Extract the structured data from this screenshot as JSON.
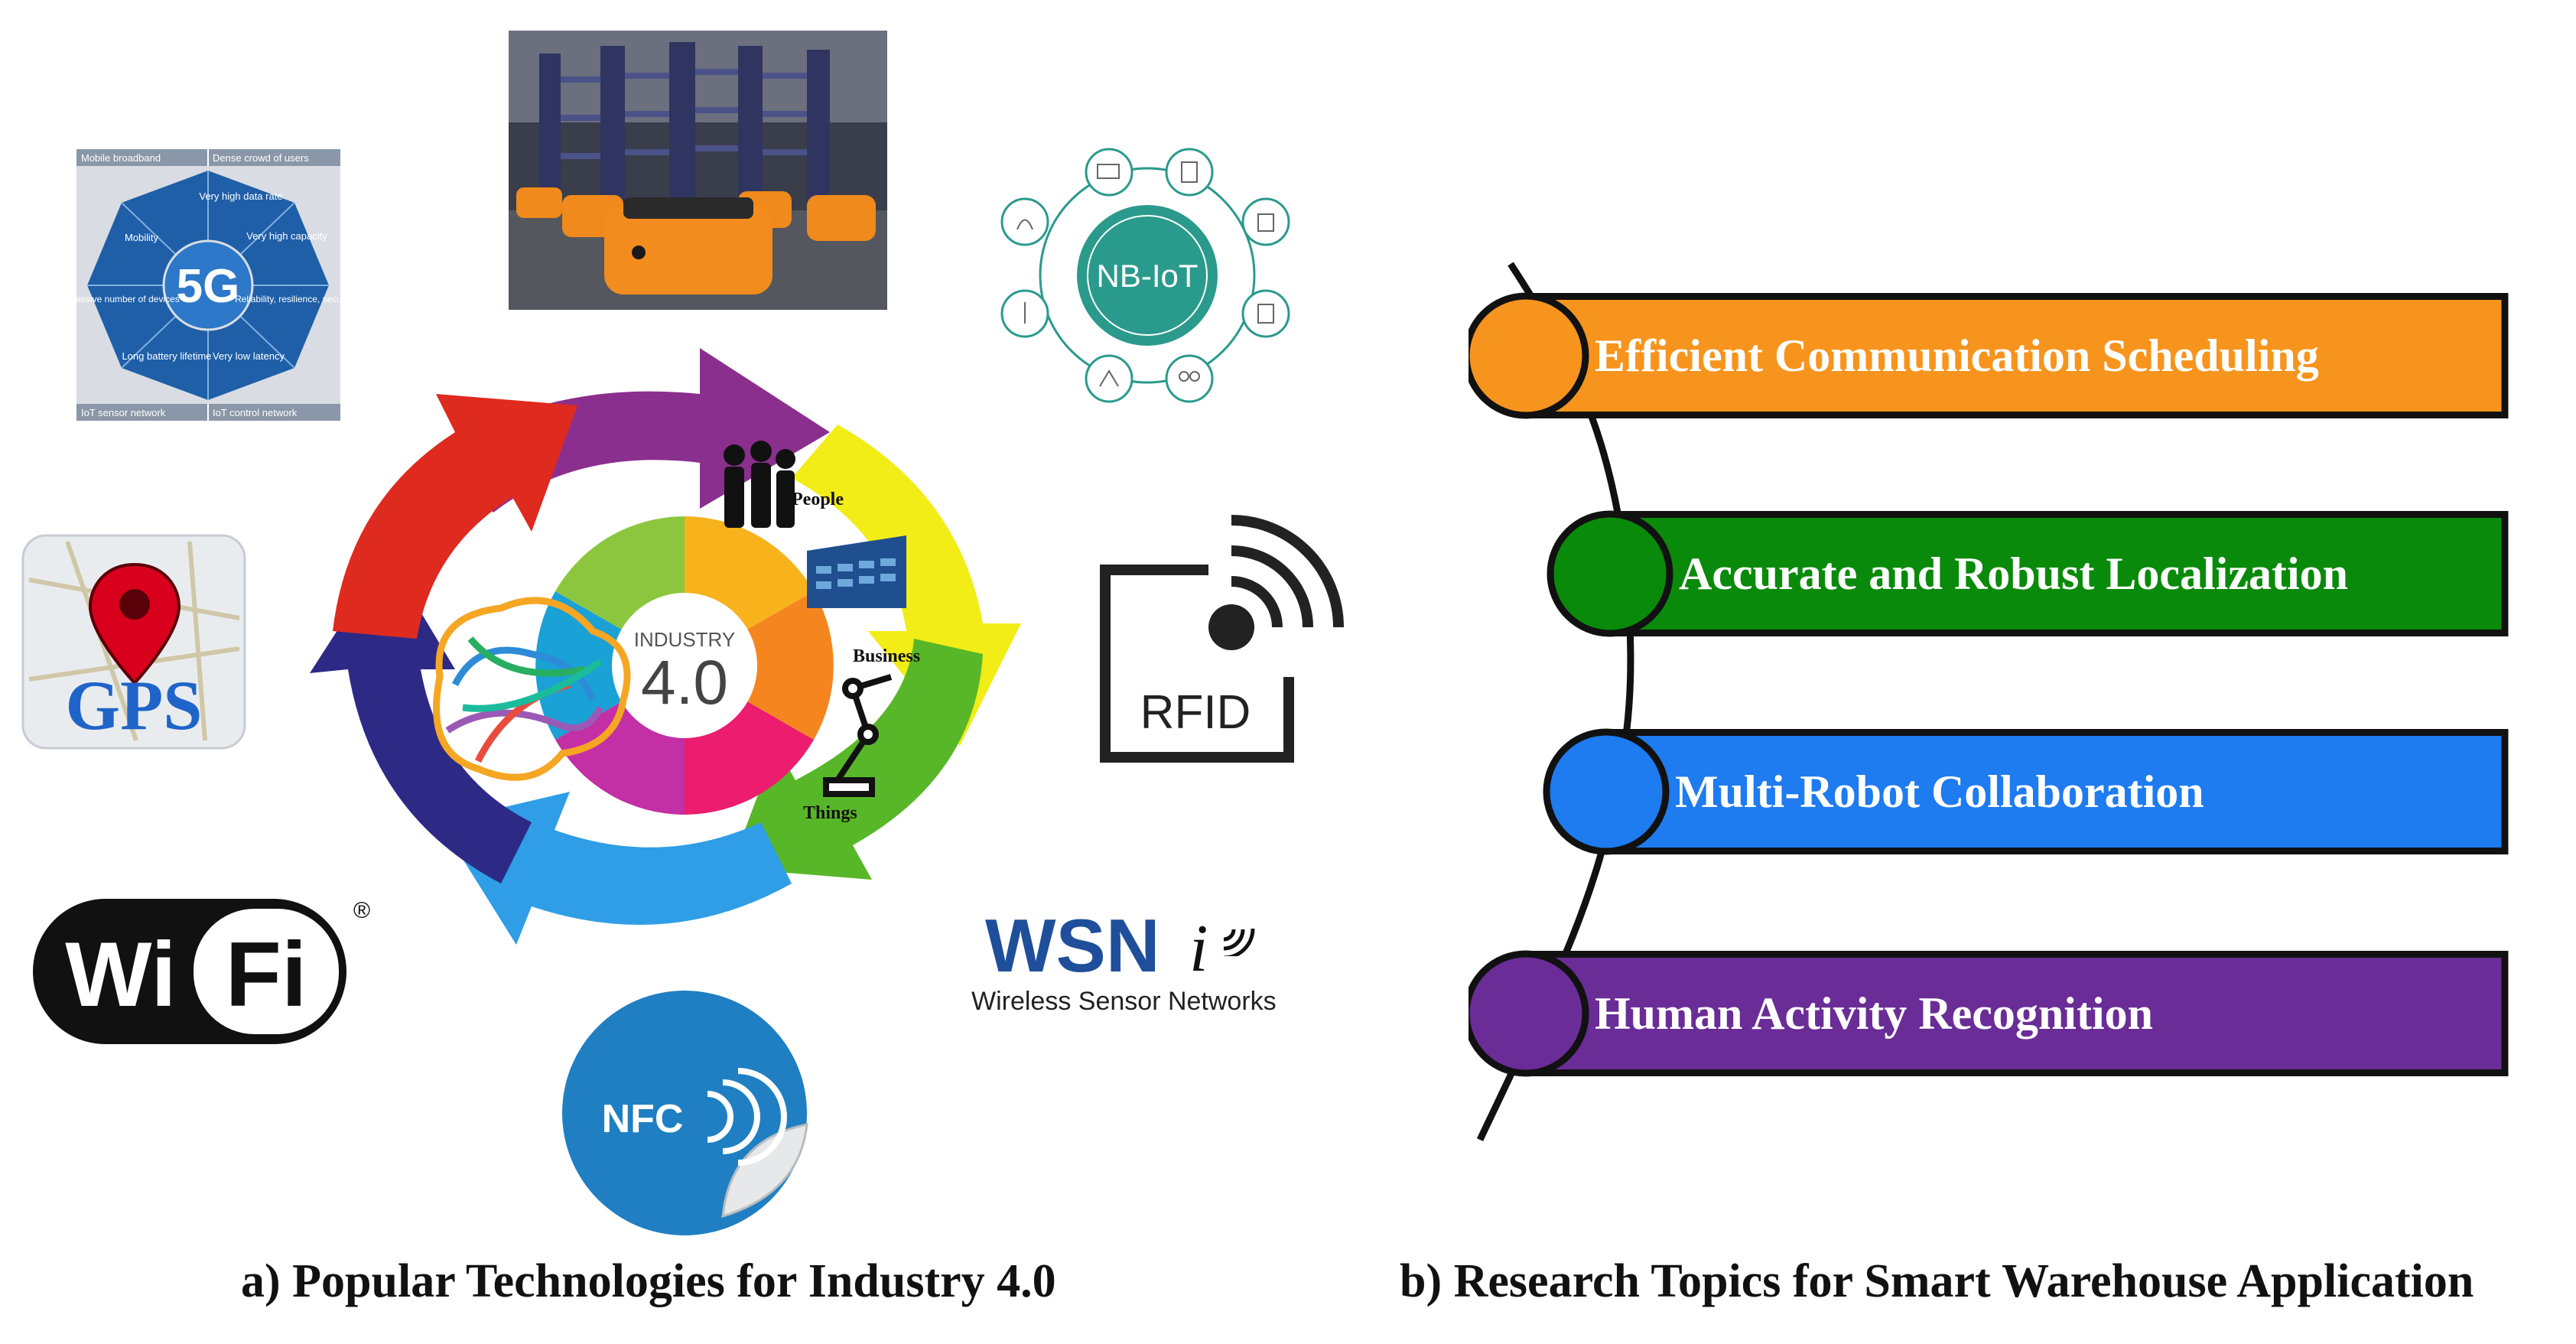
{
  "left_panel": {
    "caption": "a) Popular Technologies for Industry 4.0",
    "fiveg": {
      "title": "5G",
      "corner_labels": [
        "Mobile broadband",
        "Dense crowd of users",
        "IoT sensor network",
        "IoT control network"
      ],
      "segments": [
        "Very high data rate",
        "Very high capacity",
        "Reliability, resilience, security",
        "Very low latency",
        "Long battery lifetime",
        "Massive number of devices",
        "Mobility"
      ]
    },
    "nbiot": {
      "label": "NB-IoT"
    },
    "gps": {
      "label": "GPS"
    },
    "rfid": {
      "label": "RFID"
    },
    "wifi": {
      "label_left": "Wi",
      "label_right": "Fi",
      "mark": "®"
    },
    "wsn": {
      "label": "WSN",
      "info_mark": "i",
      "subtitle": "Wireless Sensor Networks"
    },
    "nfc": {
      "label": "NFC"
    },
    "industry": {
      "title": "INDUSTRY",
      "version": "4.0",
      "labels": [
        "People",
        "Business",
        "Things"
      ]
    }
  },
  "right_panel": {
    "caption": "b) Research Topics for Smart Warehouse Application",
    "topics": [
      {
        "label": "Efficient Communication Scheduling",
        "color": "#F7941D"
      },
      {
        "label": "Accurate and Robust Localization",
        "color": "#0A8A0A"
      },
      {
        "label": "Multi-Robot Collaboration",
        "color": "#1E7BF0"
      },
      {
        "label": "Human Activity Recognition",
        "color": "#6A2C96"
      }
    ]
  }
}
